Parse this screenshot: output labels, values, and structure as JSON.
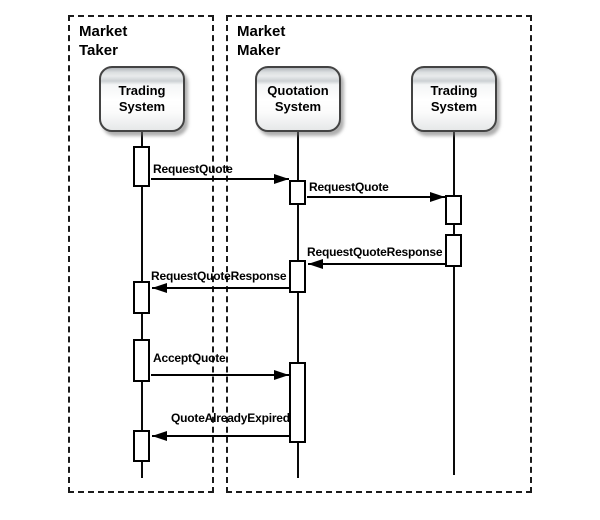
{
  "diagram_type": "uml-sequence-diagram",
  "frames": [
    {
      "label": "Market\nTaker"
    },
    {
      "label": "Market\nMaker"
    }
  ],
  "lifelines": [
    {
      "name": "Trading\nSystem",
      "frame": "Market Taker"
    },
    {
      "name": "Quotation\nSystem",
      "frame": "Market Maker"
    },
    {
      "name": "Trading\nSystem",
      "frame": "Market Maker"
    }
  ],
  "messages": [
    {
      "label": "RequestQuote",
      "from": "Trading System (Market Taker)",
      "to": "Quotation System",
      "direction": "right"
    },
    {
      "label": "RequestQuote",
      "from": "Quotation System",
      "to": "Trading System (Market Maker)",
      "direction": "right"
    },
    {
      "label": "RequestQuoteResponse",
      "from": "Trading System (Market Maker)",
      "to": "Quotation System",
      "direction": "left"
    },
    {
      "label": "RequestQuoteResponse",
      "from": "Quotation System",
      "to": "Trading System (Market Taker)",
      "direction": "left"
    },
    {
      "label": "AcceptQuote",
      "from": "Trading System (Market Taker)",
      "to": "Quotation System",
      "direction": "right"
    },
    {
      "label": "QuoteAlreadyExpired",
      "from": "Quotation System",
      "to": "Trading System (Market Taker)",
      "direction": "left"
    }
  ],
  "colors": {
    "line": "#000000",
    "frame_border": "#1b1b1b",
    "node_border": "#434343",
    "node_fill_top": "#b2b6ba",
    "node_fill_body": "#ffffff",
    "background": "#ffffff"
  }
}
